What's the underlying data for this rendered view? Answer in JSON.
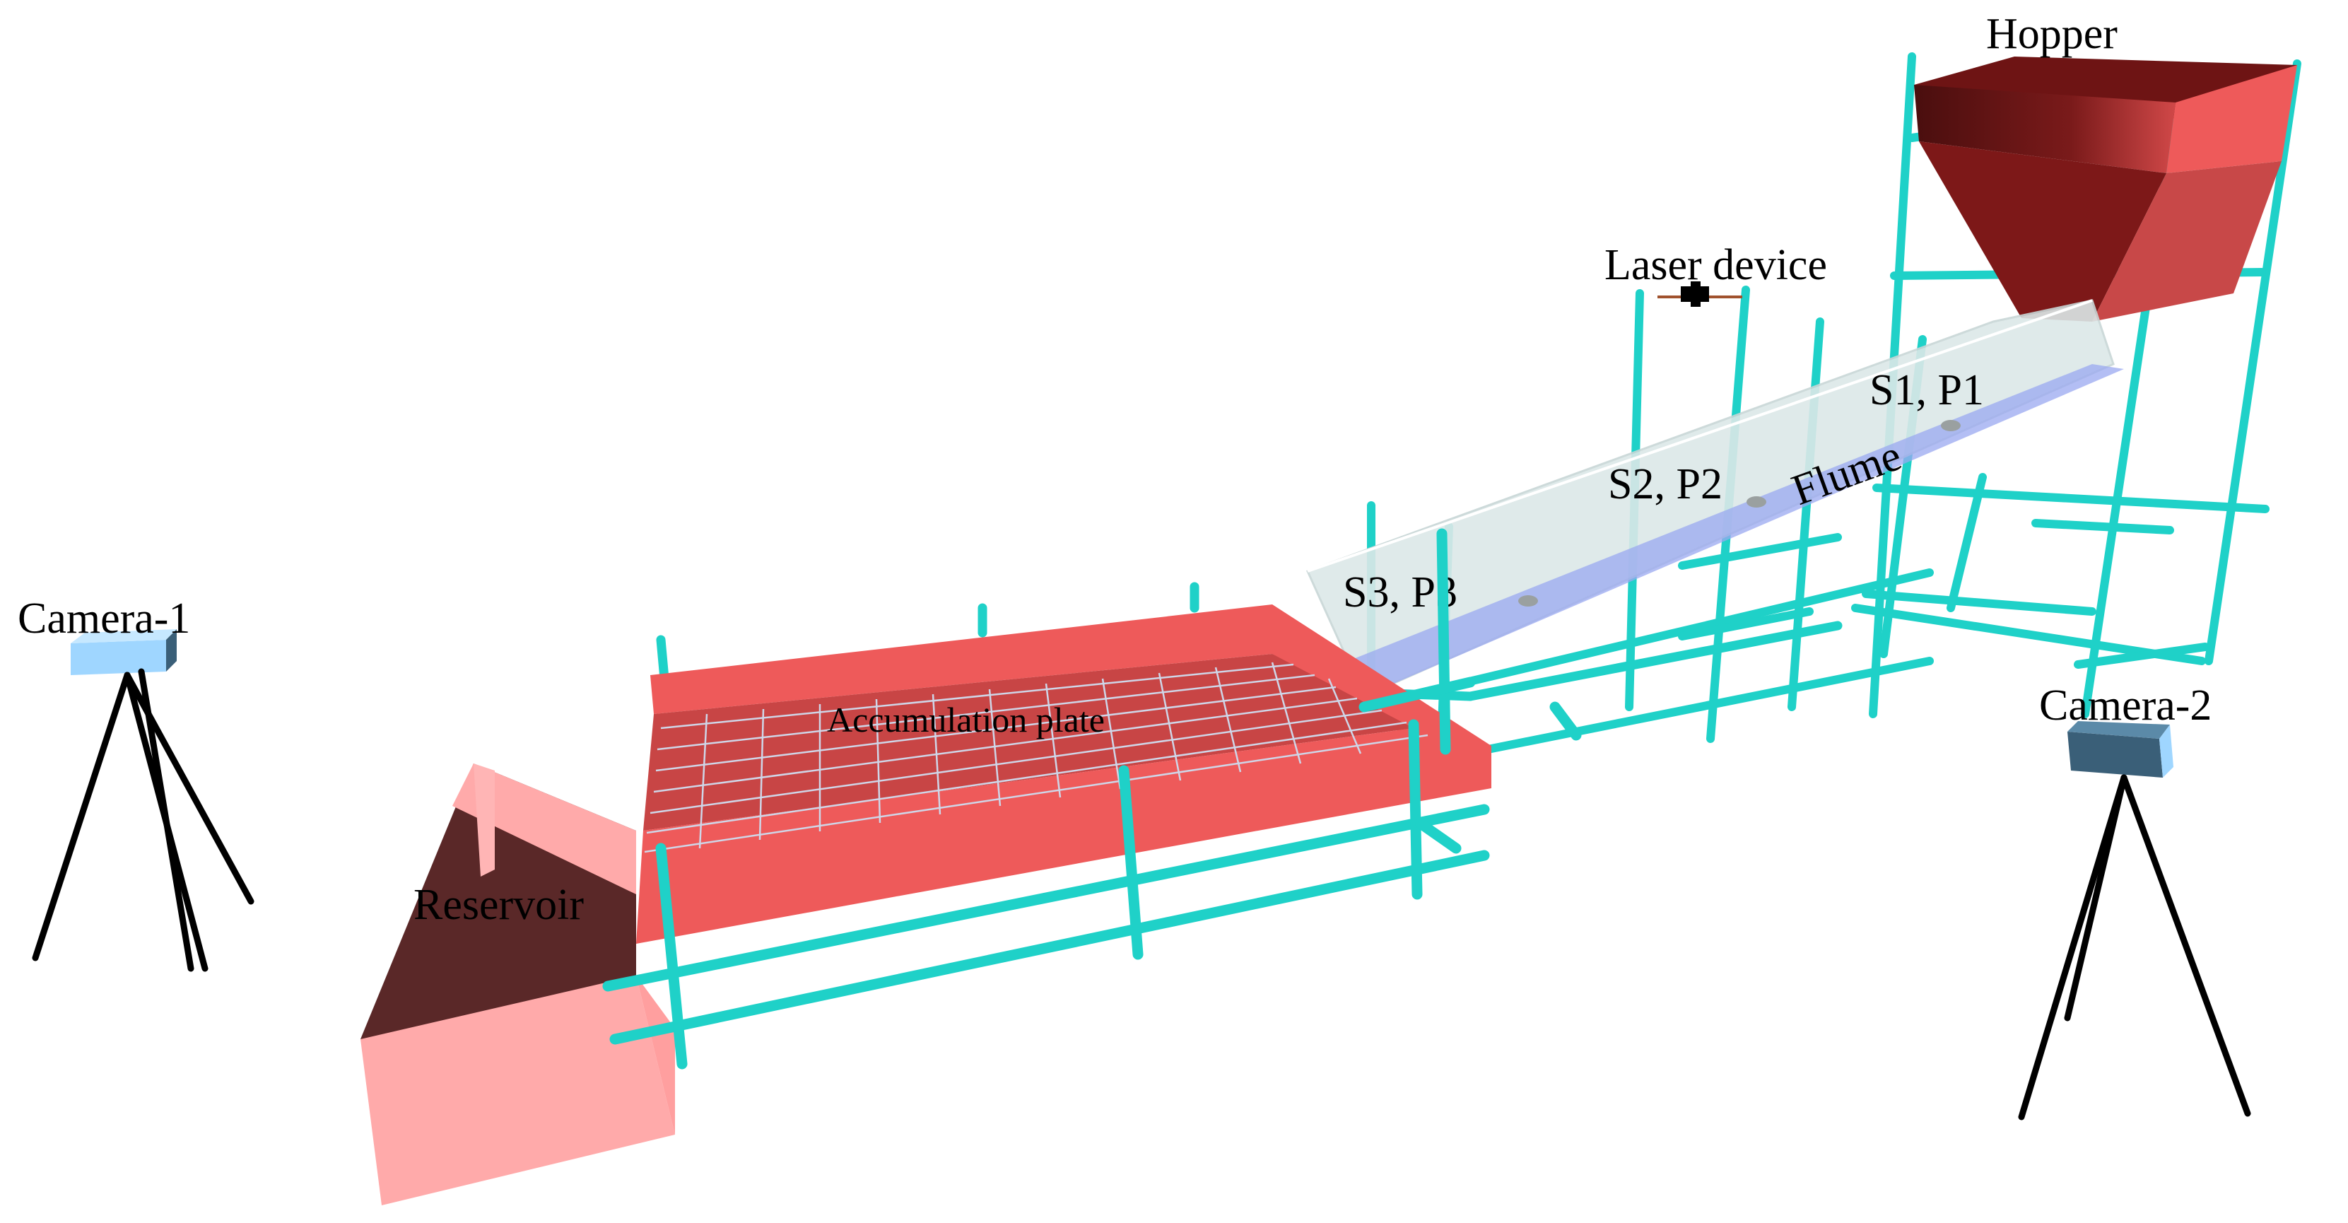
{
  "labels": {
    "hopper": "Hopper",
    "laser_device": "Laser device",
    "s1_p1": "S1, P1",
    "s2_p2": "S2, P2",
    "s3_p3": "S3, P3",
    "flume": "Flume",
    "camera_1": "Camera-1",
    "camera_2": "Camera-2",
    "accumulation_plate": "Accumulation plate",
    "reservoir": "Reservoir"
  },
  "colors": {
    "scaffold_pipe": "#1fd1c8",
    "hopper_dark": "#6e1414",
    "hopper_red": "#ef5a5a",
    "accumulation_plate": "#ee5a5a",
    "accumulation_plate_dark": "#c84545",
    "reservoir_light": "#ffaaaa",
    "reservoir_dark": "#5a2828",
    "flume_wall": "#dce8e8",
    "flume_bed": "#9aa8f0",
    "camera_body": "#9fd6ff",
    "camera_side": "#3a5f78"
  }
}
